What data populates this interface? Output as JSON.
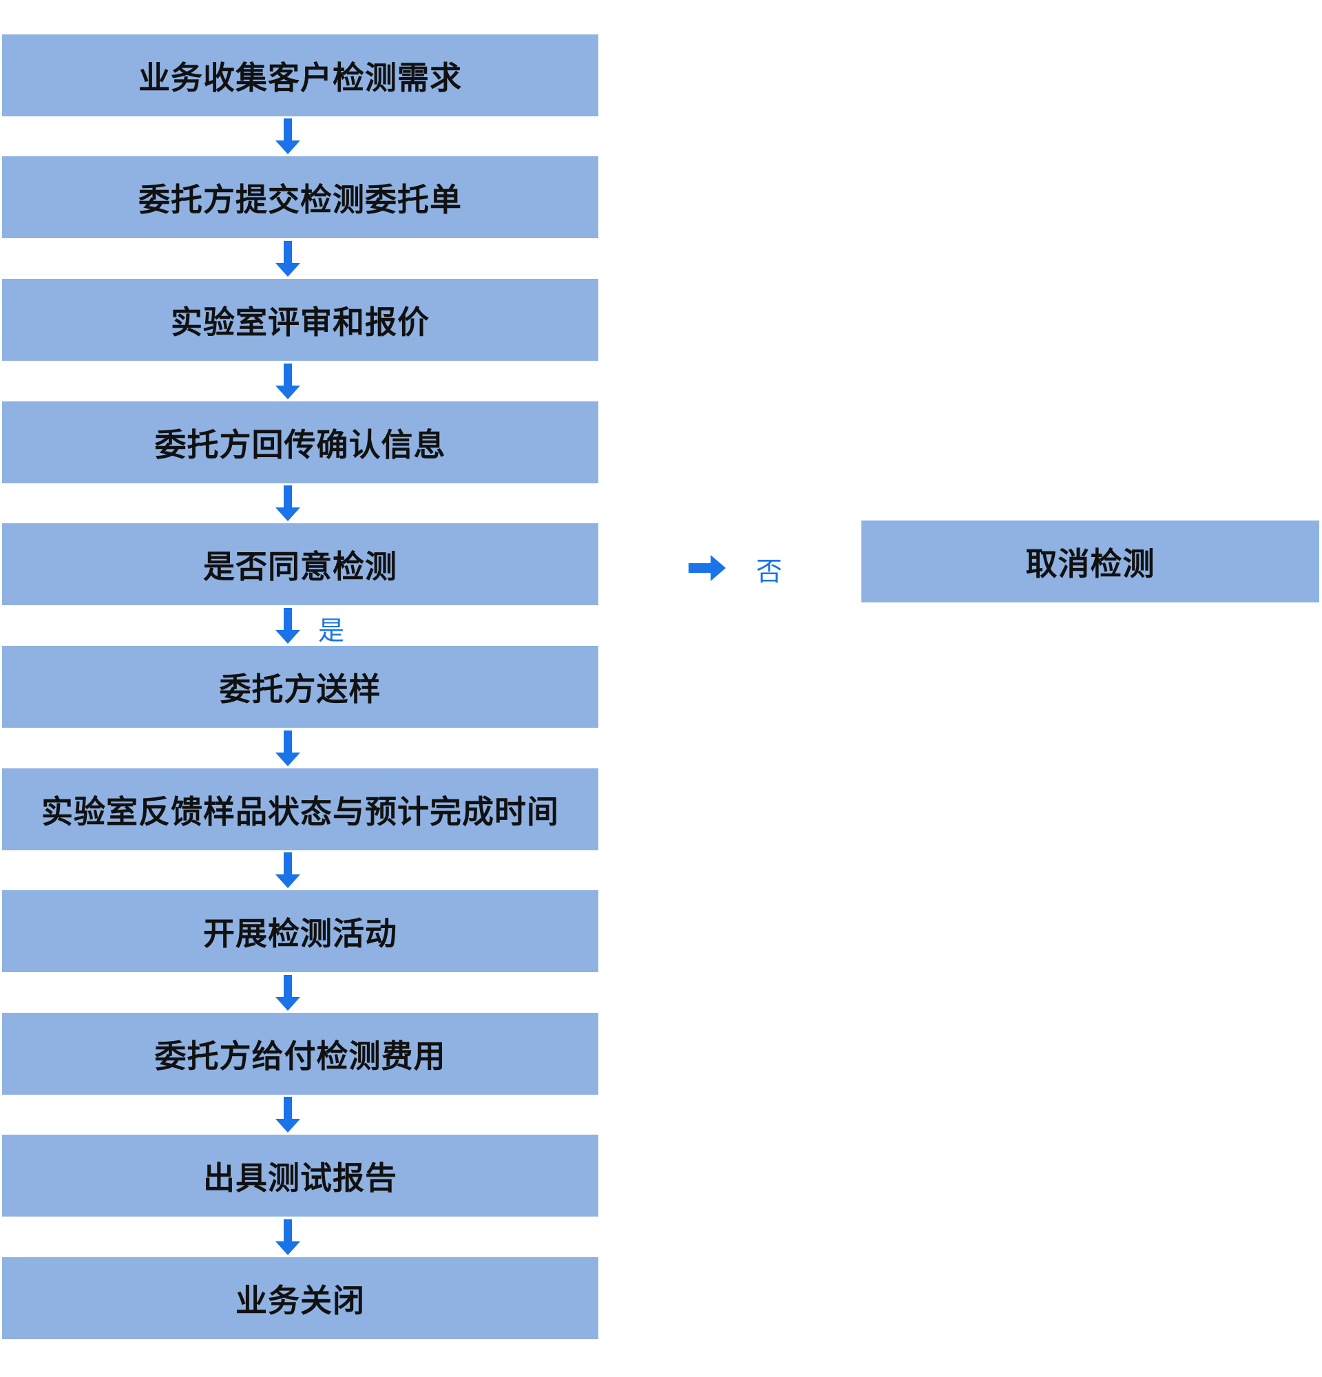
{
  "steps": [
    "业务收集客户检测需求",
    "委托方提交检测委托单",
    "实验室评审和报价",
    "委托方回传确认信息",
    "是否同意检测",
    "委托方送样",
    "实验室反馈样品状态与预计完成时间",
    "开展检测活动",
    "委托方给付检测费用",
    "出具测试报告",
    "业务关闭"
  ],
  "decision": {
    "yes_label": "是",
    "no_label": "否",
    "no_target": "取消检测"
  },
  "colors": {
    "box_fill": "#8fb2e2",
    "arrow": "#1a73e8",
    "text": "#111111"
  }
}
